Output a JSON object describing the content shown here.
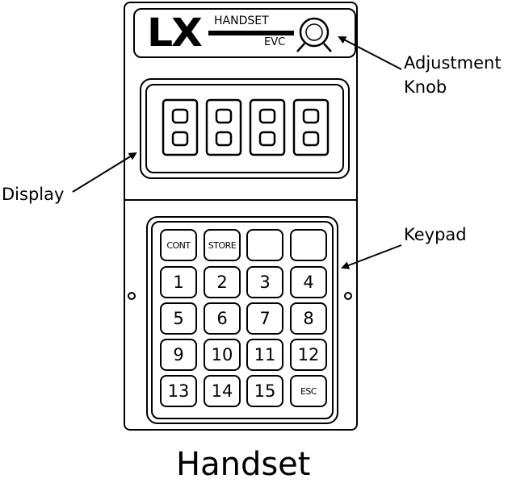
{
  "logo": "LX",
  "model_top": "HANDSET",
  "model_bottom": "EVC",
  "labels": {
    "knob_line1": "Adjustment",
    "knob_line2": "Knob",
    "display": "Display",
    "keypad": "Keypad"
  },
  "display_digits": [
    "8",
    "8",
    "8",
    "8"
  ],
  "keys": [
    [
      "CONT",
      "STORE",
      "",
      ""
    ],
    [
      "1",
      "2",
      "3",
      "4"
    ],
    [
      "5",
      "6",
      "7",
      "8"
    ],
    [
      "9",
      "10",
      "11",
      "12"
    ],
    [
      "13",
      "14",
      "15",
      "ESC"
    ]
  ],
  "caption": "Handset"
}
